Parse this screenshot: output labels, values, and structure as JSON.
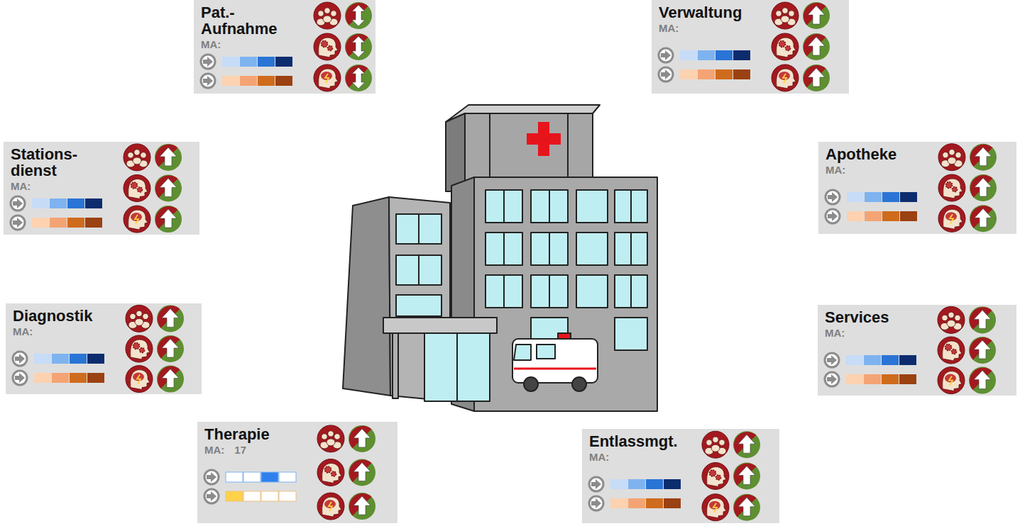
{
  "diagram": {
    "nodes": [
      {
        "text": [
          "Pat.- Aufnahme",
          "MA:"
        ]
      },
      {
        "text": [
          "Verwaltung",
          "MA:"
        ]
      },
      {
        "text": [
          "Stations- dienst",
          "MA:"
        ]
      },
      {
        "text": [
          "Apotheke",
          "MA:"
        ]
      },
      {
        "text": [
          "Diagnostik",
          "MA:"
        ]
      },
      {
        "text": [
          "Services",
          "MA:"
        ]
      },
      {
        "text": [
          "Therapie",
          "MA:",
          "17"
        ]
      },
      {
        "text": [
          "Entlassmgt.",
          "MA:"
        ]
      }
    ]
  }
}
